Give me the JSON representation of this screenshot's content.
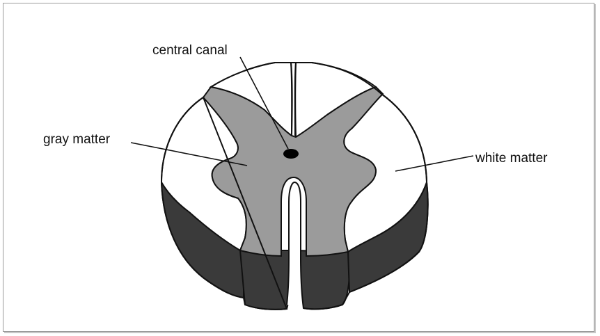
{
  "labels": {
    "central_canal": "central canal",
    "gray_matter": "gray matter",
    "white_matter": "white matter"
  },
  "colors": {
    "gray_matter": "#9b9b9b",
    "white_matter": "#ffffff",
    "dark_ventral": "#3a3a3a",
    "outline": "#111111",
    "canal": "#000000"
  }
}
